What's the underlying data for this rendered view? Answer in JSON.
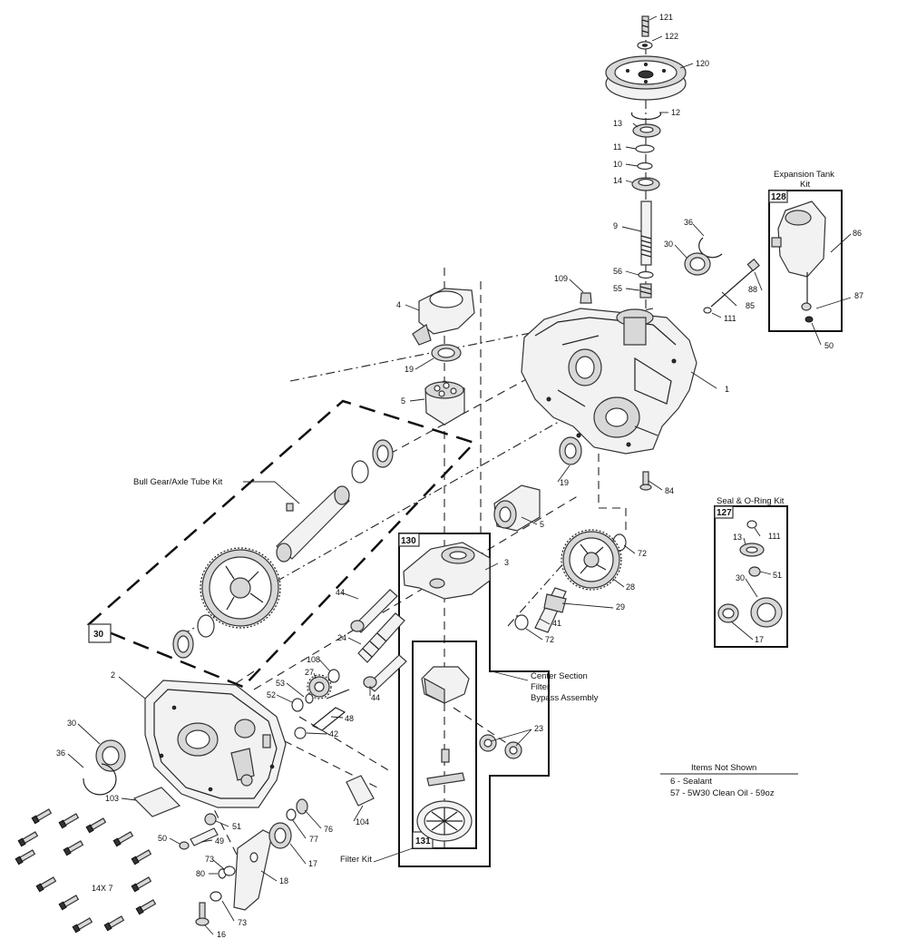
{
  "callouts": {
    "c121": "121",
    "c122": "122",
    "c120": "120",
    "c12": "12",
    "c13": "13",
    "c11": "11",
    "c10": "10",
    "c14": "14",
    "c9": "9",
    "c36top": "36",
    "c30top": "30",
    "c56": "56",
    "c55": "55",
    "c109": "109",
    "c85": "85",
    "c111": "111",
    "c88": "88",
    "c86": "86",
    "c87": "87",
    "c50top": "50",
    "c1": "1",
    "c4": "4",
    "c19a": "19",
    "c5a": "5",
    "c19b": "19",
    "c84": "84",
    "c5b": "5",
    "c3": "3",
    "c72a": "72",
    "c28": "28",
    "c29": "29",
    "c41": "41",
    "c72b": "72",
    "c44a": "44",
    "c24": "24",
    "c108": "108",
    "c27": "27",
    "c53": "53",
    "c52": "52",
    "c44b": "44",
    "c48": "48",
    "c42": "42",
    "c23": "23",
    "c2": "2",
    "c30left": "30",
    "c36left": "36",
    "c103": "103",
    "c104": "104",
    "c51": "51",
    "c76": "76",
    "c77": "77",
    "c17left": "17",
    "c50left": "50",
    "c49": "49",
    "c73a": "73",
    "c80": "80",
    "c73b": "73",
    "c18": "18",
    "c16": "16",
    "c14x7": "14X  7",
    "k13": "13",
    "k111": "111",
    "k51": "51",
    "k30": "30",
    "k17": "17"
  },
  "kits": {
    "expansion_tank": {
      "title_line1": "Expansion Tank",
      "title_line2": "Kit",
      "number": "128"
    },
    "seal_oring": {
      "title": "Seal & O-Ring Kit",
      "number": "127"
    },
    "bull_gear": {
      "title": "Bull Gear/Axle Tube Kit",
      "number": "30"
    },
    "center_section": {
      "number": "130",
      "line1": "Center Section",
      "line2": "Filter",
      "line3": "Bypass Assembly"
    },
    "filter": {
      "title": "Filter Kit",
      "number": "131"
    }
  },
  "items_not_shown": {
    "heading": "Items Not Shown",
    "rows": [
      "6 - Sealant",
      "57 - 5W30 Clean Oil - 59oz"
    ]
  }
}
